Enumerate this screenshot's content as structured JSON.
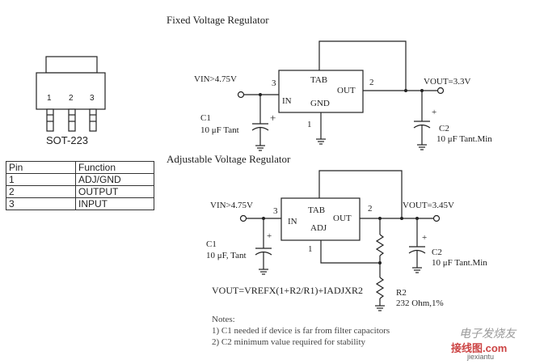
{
  "package": {
    "name": "SOT-223",
    "pin_numbers": [
      "1",
      "2",
      "3"
    ]
  },
  "pin_table": {
    "header": [
      "Pin",
      "Function"
    ],
    "rows": [
      [
        "1",
        "ADJ/GND"
      ],
      [
        "2",
        "OUTPUT"
      ],
      [
        "3",
        "INPUT"
      ]
    ]
  },
  "fixed": {
    "title": "Fixed Voltage Regulator",
    "vin": "VIN>4.75V",
    "vout": "VOUT=3.3V",
    "pin_in": "3",
    "pin_out": "2",
    "pin_gnd": "1",
    "tab": "TAB",
    "in": "IN",
    "out": "OUT",
    "gnd": "GND",
    "c1": "C1",
    "c1_value": "10 μF Tant",
    "c2": "C2",
    "c2_value": "10 μF Tant.Min",
    "plus": "+"
  },
  "adjustable": {
    "title": "Adjustable Voltage Regulator",
    "vin": "VIN>4.75V",
    "vout": "VOUT=3.45V",
    "pin_in": "3",
    "pin_out": "2",
    "pin_adj": "1",
    "tab": "TAB",
    "in": "IN",
    "out": "OUT",
    "adj": "ADJ",
    "c1": "C1",
    "c1_value": "10 μF, Tant",
    "c2": "C2",
    "c2_value": "10 μF  Tant.Min",
    "r2": "R2",
    "r2_value": "232 Ohm,1%",
    "plus": "+"
  },
  "formula": "VOUT=VREFX(1+R2/R1)+IADJXR2",
  "notes": {
    "title": "Notes:",
    "items": [
      "1) C1 needed if device is far from filter capacitors",
      "2) C2 minimum value required for stability"
    ]
  },
  "watermark": {
    "brand": "电子发烧友",
    "sub": "接线图.com",
    "url": "jiexiantu"
  },
  "colors": {
    "line": "#222222",
    "text": "#222222",
    "watermark": "#c44"
  }
}
